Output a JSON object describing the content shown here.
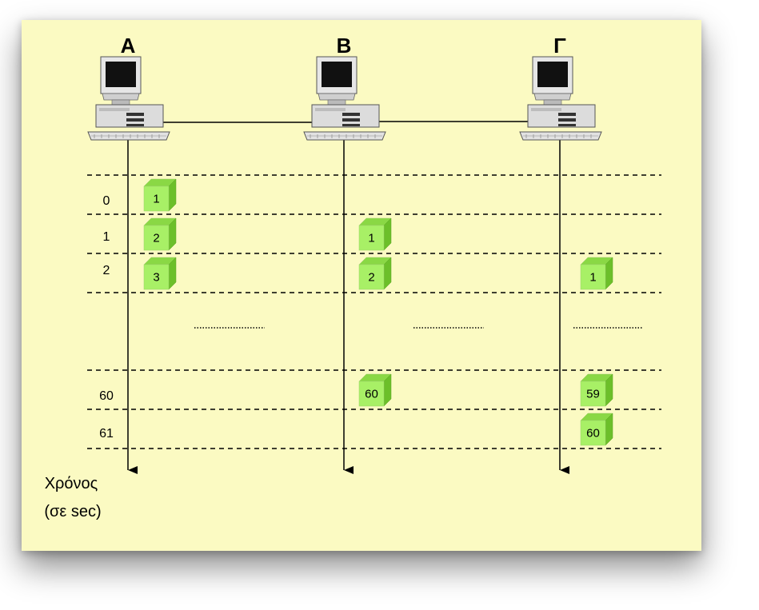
{
  "nodes": [
    {
      "id": "A",
      "label": "A"
    },
    {
      "id": "B",
      "label": "B"
    },
    {
      "id": "G",
      "label": "Γ"
    }
  ],
  "time_axis": {
    "caption_line1": "Χρόνος",
    "caption_line2": "(σε sec)"
  },
  "time_slots": [
    "0",
    "1",
    "2",
    "60",
    "61"
  ],
  "packets": [
    {
      "node": "A",
      "slot": "0",
      "label": "1"
    },
    {
      "node": "A",
      "slot": "1",
      "label": "2"
    },
    {
      "node": "A",
      "slot": "2",
      "label": "3"
    },
    {
      "node": "B",
      "slot": "1",
      "label": "1"
    },
    {
      "node": "B",
      "slot": "2",
      "label": "2"
    },
    {
      "node": "B",
      "slot": "60",
      "label": "60"
    },
    {
      "node": "G",
      "slot": "2",
      "label": "1"
    },
    {
      "node": "G",
      "slot": "60",
      "label": "59"
    },
    {
      "node": "G",
      "slot": "61",
      "label": "60"
    }
  ],
  "colors": {
    "panel_background": "#fbfac2",
    "packet_front": "#a8f066",
    "packet_top": "#8ad845",
    "packet_side": "#6cbf2a"
  },
  "icons": {
    "workstation": "desktop-computer-icon"
  }
}
